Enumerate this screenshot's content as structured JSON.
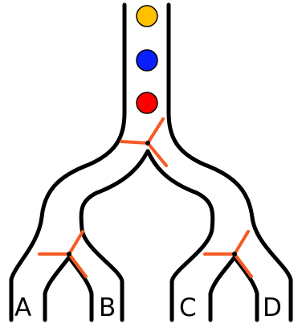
{
  "balls": [
    {
      "color_name": "yellow",
      "color": "#FFC000"
    },
    {
      "color_name": "blue",
      "color": "#0A1EFF"
    },
    {
      "color_name": "red",
      "color": "#FF0000"
    }
  ],
  "switch_color": "#F55A23",
  "pipe_color": "#000000",
  "outlets": [
    {
      "label": "A"
    },
    {
      "label": "B"
    },
    {
      "label": "C"
    },
    {
      "label": "D"
    }
  ]
}
